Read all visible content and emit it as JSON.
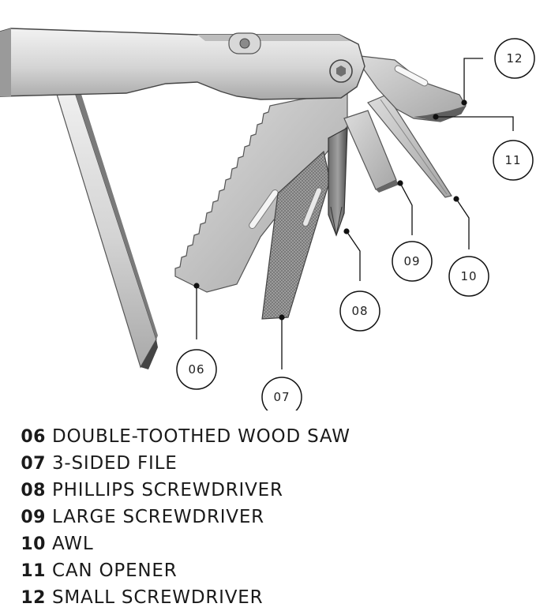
{
  "callouts": [
    {
      "num": "06",
      "label": "DOUBLE-TOOTHED WOOD SAW"
    },
    {
      "num": "07",
      "label": "3-SIDED FILE"
    },
    {
      "num": "08",
      "label": "PHILLIPS SCREWDRIVER"
    },
    {
      "num": "09",
      "label": "LARGE SCREWDRIVER"
    },
    {
      "num": "10",
      "label": "AWL"
    },
    {
      "num": "11",
      "label": "CAN OPENER"
    },
    {
      "num": "12",
      "label": "SMALL SCREWDRIVER"
    }
  ],
  "colors": {
    "steel_light": "#e6e6e6",
    "steel_mid": "#b9b9b9",
    "steel_dark": "#555555",
    "line": "#111111"
  }
}
